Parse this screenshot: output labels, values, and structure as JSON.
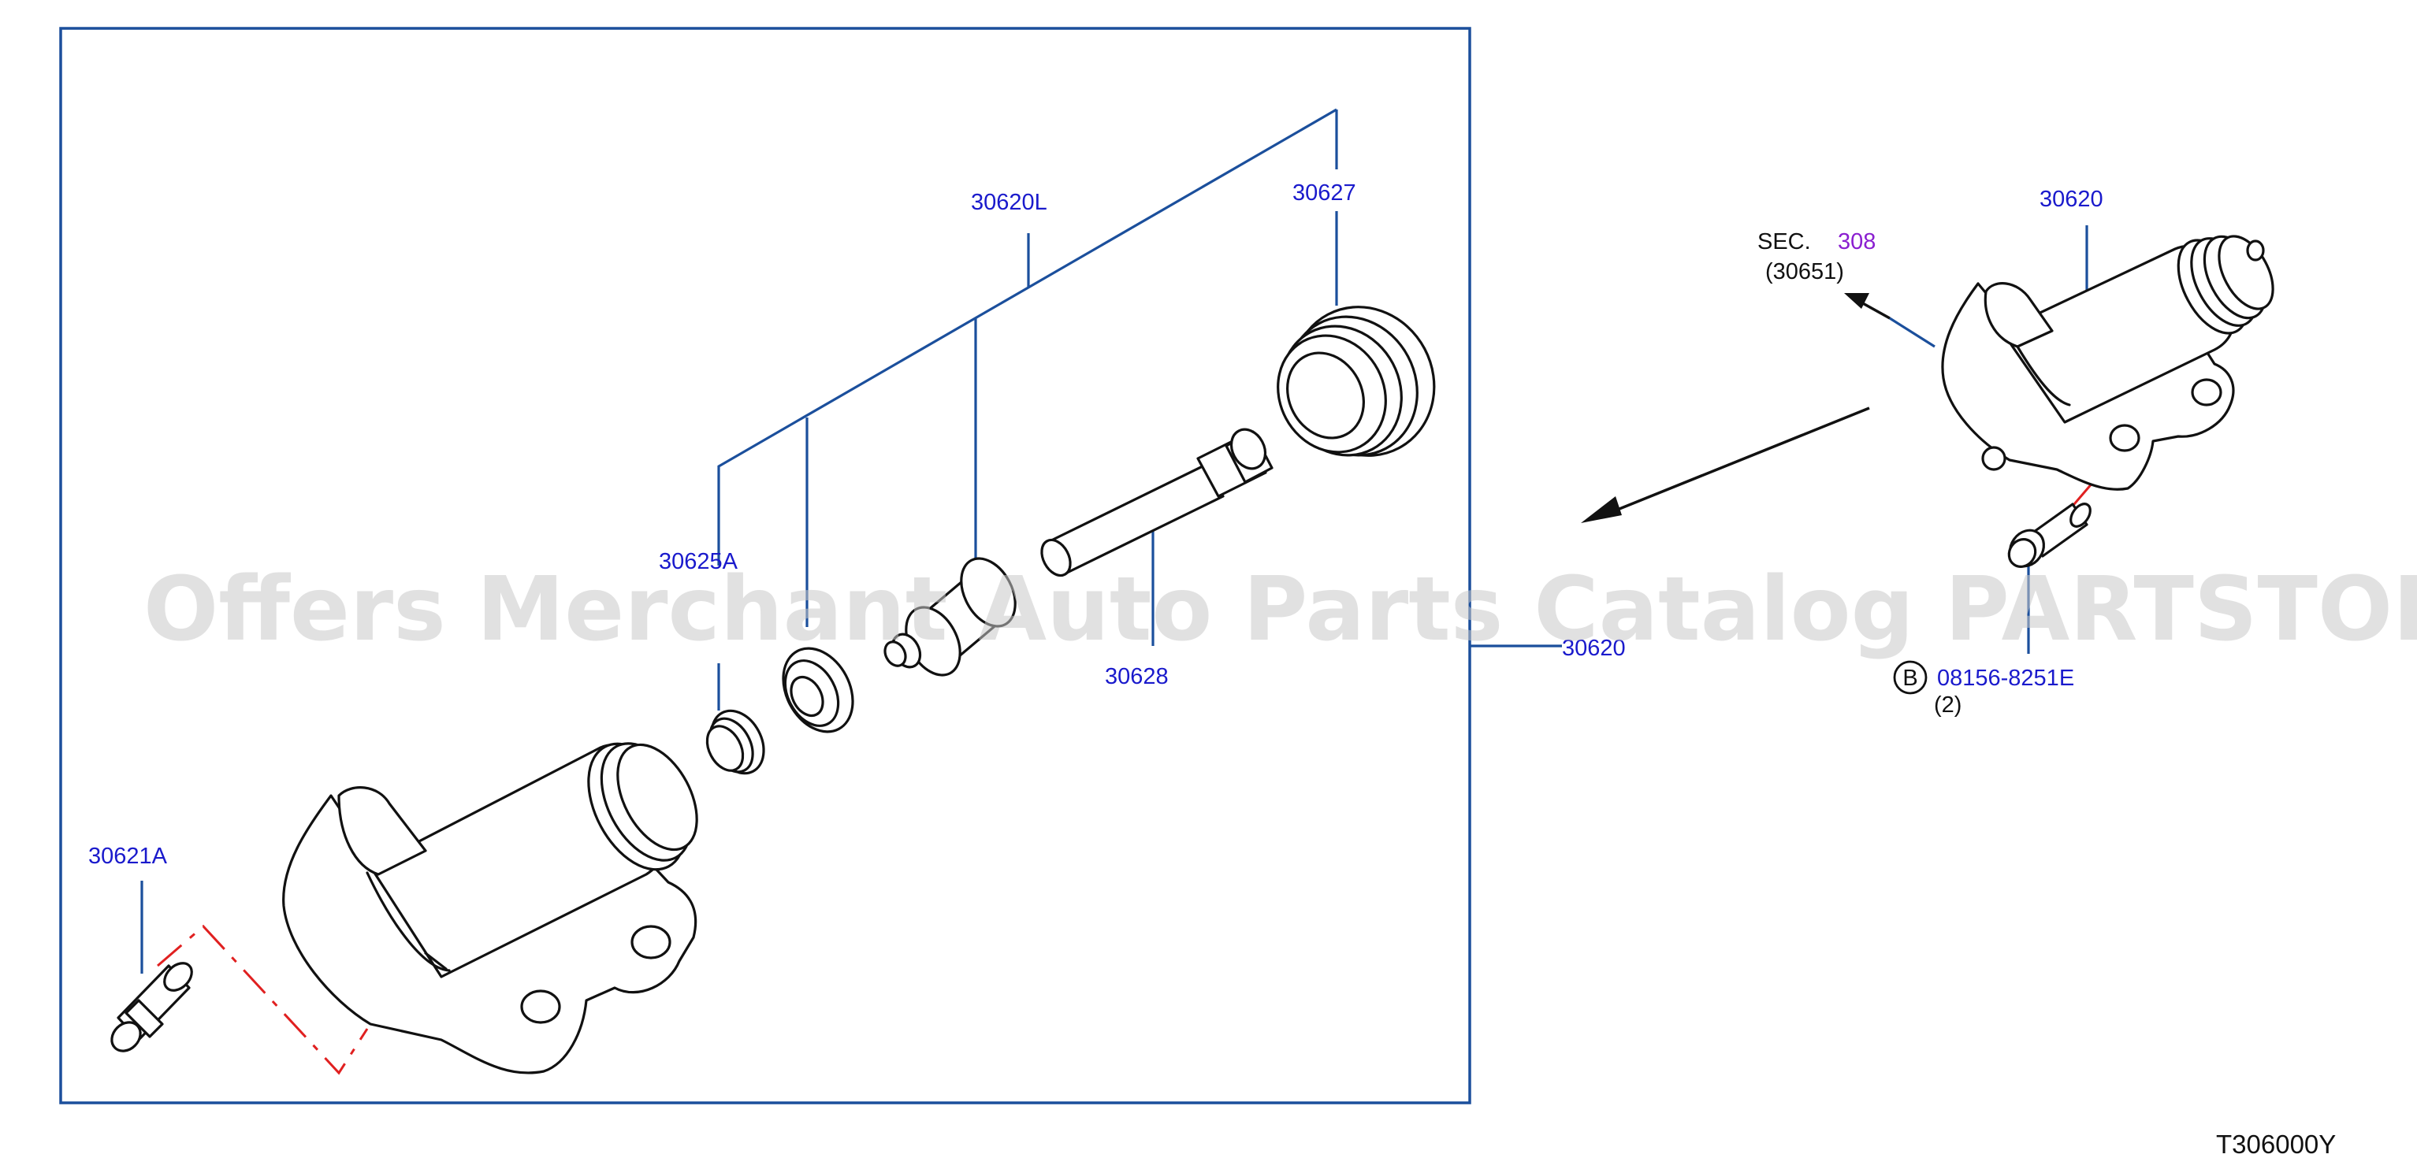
{
  "diagram": {
    "watermark": "Offers Merchant Auto Parts Catalog PARTSTORE.SA",
    "reference_code": "T306000Y",
    "colors": {
      "frame": "#1b4f9c",
      "label": "#1a1acc",
      "section_link": "#8a1fd0",
      "hidden_line": "#e02020"
    },
    "labels": {
      "p30620L": "30620L",
      "p30627": "30627",
      "p30625A": "30625A",
      "p30628": "30628",
      "p30620_box": "30620",
      "p30621A": "30621A",
      "p30620_right": "30620",
      "sec_prefix": "SEC.",
      "sec_number": "308",
      "sec_sub": "(30651)",
      "bolt_marker": "B",
      "bolt_part": "08156-8251E",
      "bolt_qty": "(2)"
    }
  }
}
